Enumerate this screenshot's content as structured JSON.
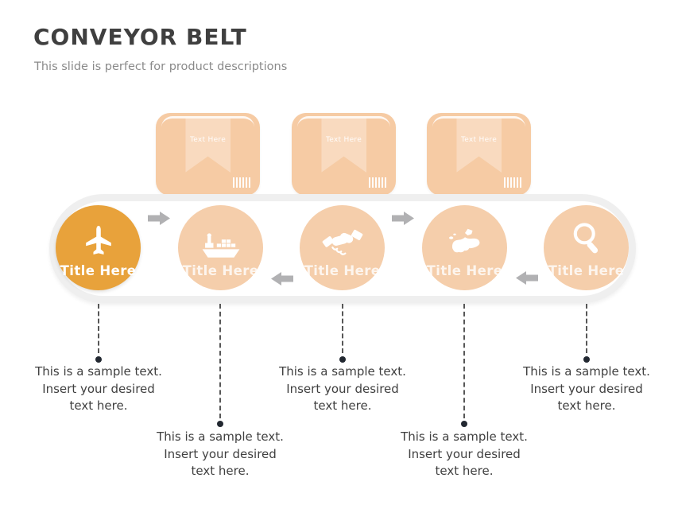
{
  "slide": {
    "title": "CONVEYOR BELT",
    "subtitle": "This slide is perfect for product descriptions"
  },
  "boxes": [
    {
      "label": "Text Here",
      "icon": "barcode-icon"
    },
    {
      "label": "Text Here",
      "icon": "barcode-icon"
    },
    {
      "label": "Text Here",
      "icon": "barcode-icon"
    }
  ],
  "belt": {
    "stations": [
      {
        "title": "Title Here",
        "icon": "airplane-icon",
        "highlighted": true
      },
      {
        "title": "Title Here",
        "icon": "cargo-ship-icon",
        "highlighted": false
      },
      {
        "title": "Title Here",
        "icon": "handshake-icon",
        "highlighted": false
      },
      {
        "title": "Title Here",
        "icon": "europe-map-icon",
        "highlighted": false
      },
      {
        "title": "Title Here",
        "icon": "magnifier-icon",
        "highlighted": false
      }
    ],
    "arrows": [
      "right",
      "left",
      "right",
      "left"
    ]
  },
  "captions": [
    {
      "line1": "This is a sample text.",
      "line2": "Insert your desired",
      "line3": "text here.",
      "position": "upper"
    },
    {
      "line1": "This is a sample text.",
      "line2": "Insert your desired",
      "line3": "text here.",
      "position": "lower"
    },
    {
      "line1": "This is a sample text.",
      "line2": "Insert your desired",
      "line3": "text here.",
      "position": "upper"
    },
    {
      "line1": "This is a sample text.",
      "line2": "Insert your desired",
      "line3": "text here.",
      "position": "lower"
    },
    {
      "line1": "This is a sample text.",
      "line2": "Insert your desired",
      "line3": "text here.",
      "position": "upper"
    }
  ],
  "colors": {
    "accent_orange": "#e8a23b",
    "peach_circle": "#f5ceab",
    "peach_box": "#f6cba4",
    "belt_gray": "#efefef",
    "arrow_gray": "#b1b1b3",
    "text_dark": "#404040",
    "title_dark": "#3f3f3f",
    "subtitle_gray": "#8a8a8a"
  }
}
